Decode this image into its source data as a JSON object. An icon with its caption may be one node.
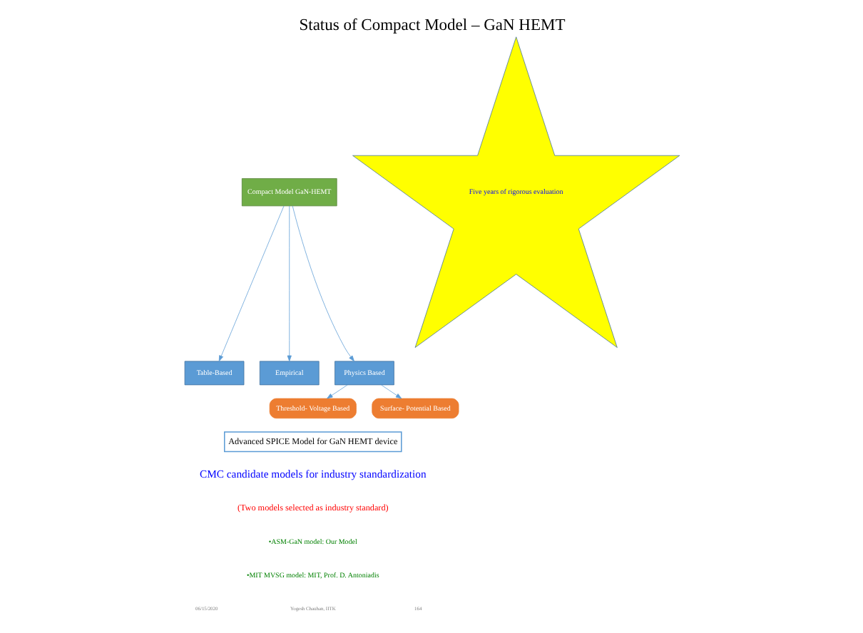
{
  "diagram": {
    "title": "Status of Compact Model – GaN HEMT",
    "nodes": [
      {
        "text": [
          "Compact Model GaN-HEMT"
        ]
      },
      {
        "text": [
          "Table-Based"
        ]
      },
      {
        "text": [
          "Empirical"
        ]
      },
      {
        "text": [
          "Physics Based"
        ]
      },
      {
        "text": [
          "Threshold- Voltage Based"
        ]
      },
      {
        "text": [
          "Surface- Potential Based"
        ]
      },
      {
        "text": [
          "Five years of rigorous evaluation"
        ]
      },
      {
        "text": [
          "Advanced SPICE Model for GaN HEMT device"
        ]
      }
    ],
    "edges": [
      {
        "from": 0,
        "to": 1,
        "arrow": "to"
      },
      {
        "from": 0,
        "to": 2,
        "arrow": "to"
      },
      {
        "from": 0,
        "to": 3,
        "arrow": "to"
      },
      {
        "from": 3,
        "to": 4,
        "arrow": "to"
      },
      {
        "from": 3,
        "to": 5,
        "arrow": "to"
      }
    ],
    "labels": [
      "CMC candidate models for industry standardization",
      "(Two models selected as industry standard)",
      "•ASM-GaN model: Our Model",
      "•MIT MVSG model: MIT, Prof. D. Antoniadis",
      "06/15/2020",
      "Yogesh Chauhan, IITK",
      "164"
    ]
  }
}
